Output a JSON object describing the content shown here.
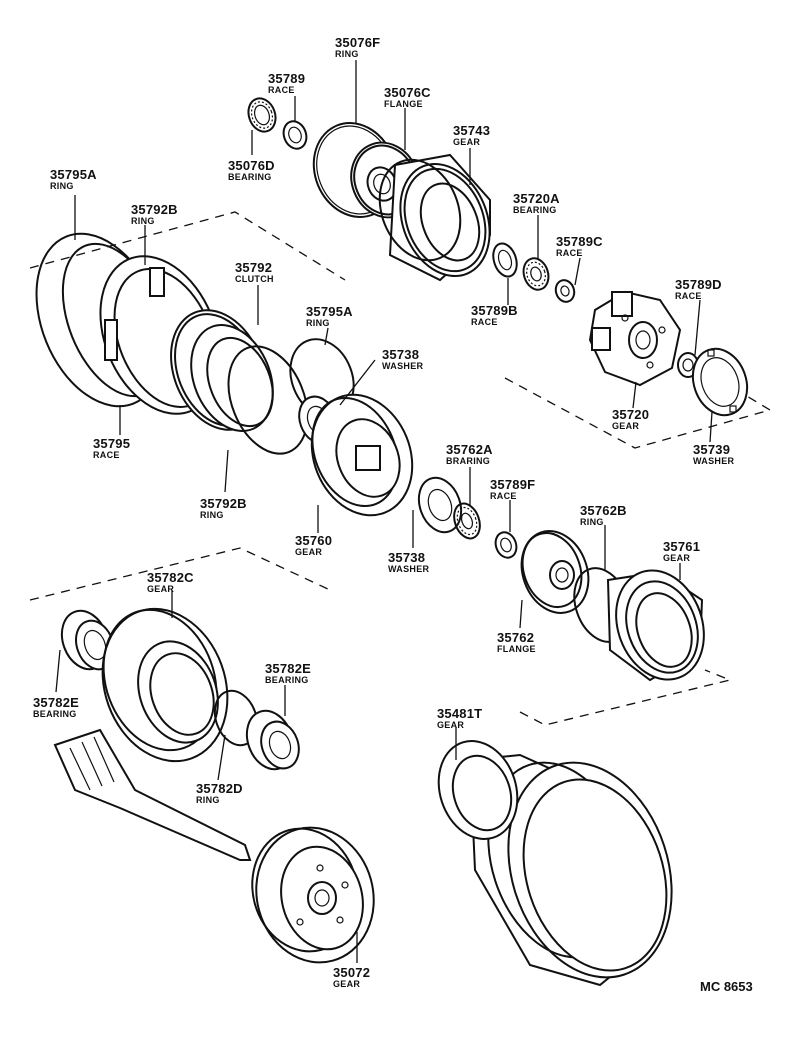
{
  "diagram_code": "MC 8653",
  "parts": [
    {
      "id": "p-35076f",
      "number": "35076F",
      "name": "RING"
    },
    {
      "id": "p-35789-race",
      "number": "35789",
      "name": "RACE"
    },
    {
      "id": "p-35076c",
      "number": "35076C",
      "name": "FLANGE"
    },
    {
      "id": "p-35743",
      "number": "35743",
      "name": "GEAR"
    },
    {
      "id": "p-35076d",
      "number": "35076D",
      "name": "BEARING"
    },
    {
      "id": "p-35795a-top",
      "number": "35795A",
      "name": "RING"
    },
    {
      "id": "p-35792b-top",
      "number": "35792B",
      "name": "RING"
    },
    {
      "id": "p-35720a",
      "number": "35720A",
      "name": "BEARING"
    },
    {
      "id": "p-35789c",
      "number": "35789C",
      "name": "RACE"
    },
    {
      "id": "p-35792",
      "number": "35792",
      "name": "CLUTCH"
    },
    {
      "id": "p-35789d",
      "number": "35789D",
      "name": "RACE"
    },
    {
      "id": "p-35795a-mid",
      "number": "35795A",
      "name": "RING"
    },
    {
      "id": "p-35789b",
      "number": "35789B",
      "name": "RACE"
    },
    {
      "id": "p-35738-top",
      "number": "35738",
      "name": "WASHER"
    },
    {
      "id": "p-35720",
      "number": "35720",
      "name": "GEAR"
    },
    {
      "id": "p-35795",
      "number": "35795",
      "name": "RACE"
    },
    {
      "id": "p-35739",
      "number": "35739",
      "name": "WASHER"
    },
    {
      "id": "p-35762a",
      "number": "35762A",
      "name": "BRARING"
    },
    {
      "id": "p-35789f",
      "number": "35789F",
      "name": "RACE"
    },
    {
      "id": "p-35792b-bot",
      "number": "35792B",
      "name": "RING"
    },
    {
      "id": "p-35762b",
      "number": "35762B",
      "name": "RING"
    },
    {
      "id": "p-35760",
      "number": "35760",
      "name": "GEAR"
    },
    {
      "id": "p-35761",
      "number": "35761",
      "name": "GEAR"
    },
    {
      "id": "p-35738-bot",
      "number": "35738",
      "name": "WASHER"
    },
    {
      "id": "p-35782c",
      "number": "35782C",
      "name": "GEAR"
    },
    {
      "id": "p-35762",
      "number": "35762",
      "name": "FLANGE"
    },
    {
      "id": "p-35782e-right",
      "number": "35782E",
      "name": "BEARING"
    },
    {
      "id": "p-35782e-left",
      "number": "35782E",
      "name": "BEARING"
    },
    {
      "id": "p-35481t",
      "number": "35481T",
      "name": "GEAR"
    },
    {
      "id": "p-35782d",
      "number": "35782D",
      "name": "RING"
    },
    {
      "id": "p-35072",
      "number": "35072",
      "name": "GEAR"
    }
  ]
}
